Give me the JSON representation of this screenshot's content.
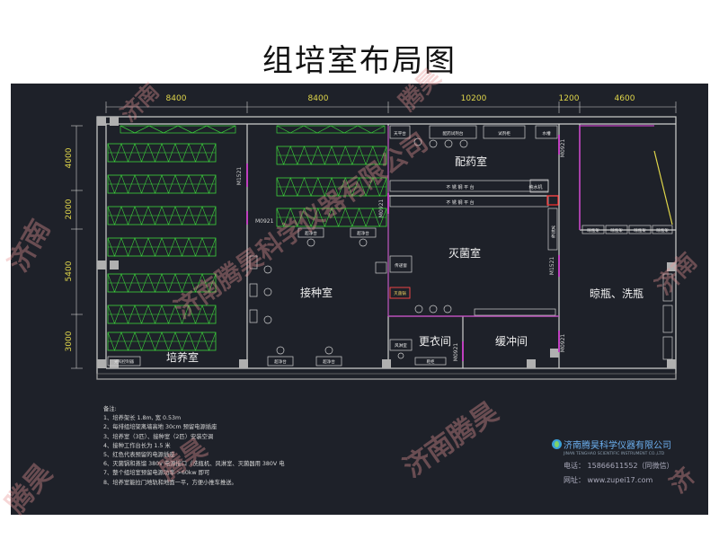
{
  "title": "组培室布局图",
  "dimensions": {
    "top": [
      "8400",
      "8400",
      "10200",
      "1200",
      "4600"
    ],
    "left": [
      "4000",
      "2000",
      "5400",
      "3000"
    ]
  },
  "rooms": {
    "culture": "培养室",
    "inoculation": "接种室",
    "sterilization": "灭菌室",
    "medicine": "配药室",
    "wash": "晾瓶、洗瓶",
    "changing": "更衣间",
    "buffer": "缓冲间"
  },
  "labels": {
    "door_m1521_a": "M1521",
    "door_m0921_a": "M0921",
    "door_m0921_b": "M0921",
    "door_m1521_b": "M1521",
    "door_m0921_c": "M0921",
    "door_m0921_d": "M0921",
    "door_m0921_e": "M0921",
    "bench_steel_a": "不 锈 钢 平 台",
    "bench_steel_b": "不 锈 钢 平 台",
    "pure_water": "纯水机",
    "medicine_bench": "配药试剂台",
    "reagent_cab_a": "试剂柜",
    "reagent_cab_b": "试剂柜",
    "sink": "水槽",
    "balance": "天平台",
    "drying_rack": "晾瓶架",
    "clean_bench_1": "超净台",
    "clean_bench_2": "超净台",
    "clean_bench_3": "超净台",
    "clean_bench_4": "超净台",
    "transfer": "传递窗",
    "autoclave": "灭菌锅",
    "shoe_cab": "鞋柜",
    "wardrobe": "衣柜",
    "air_shower": "风淋室",
    "ctrl": "光照控制器"
  },
  "notes": [
    "备注:",
    "1、培养架长 1.8m, 宽 0.53m",
    "2、每排组培架离墙高地 30cm 预留电源插座",
    "3、培养室（3匹）、接种室（2匹）安装空调",
    "4、接种工作台长为 1.5 米",
    "5、红色代表预留的电源插座",
    "6、灭菌锅和蒸馏 380v 电源接口（洗瓶机、风淋室、灭菌器用 380V 电",
    "7、整个组培室预留电源功率 >60kw 即可",
    "8、培养室能拉门地轨和地面一平，方便小推车推送。"
  ],
  "company": {
    "name": "济南腾昊科学仪器有限公司",
    "sub": "JINAN TENGHAO SCIENTIFIC INSTRUMENT CO.,LTD",
    "phone": "电话：  15866611552（同微信）",
    "web": "网址：  www.zupei17.com"
  },
  "watermarks": [
    "济南腾昊科学仪器有限公司",
    "济南",
    "腾昊",
    "腾昊",
    "济南腾昊",
    "济南",
    "腾昊",
    "济",
    "济南"
  ],
  "colors": {
    "background": "#1e2129",
    "wall": "#cfcfcf",
    "dimension": "#e0d64a",
    "door": "#c040c0",
    "shelf": "#3cd43c",
    "socket": "#ff3030"
  }
}
